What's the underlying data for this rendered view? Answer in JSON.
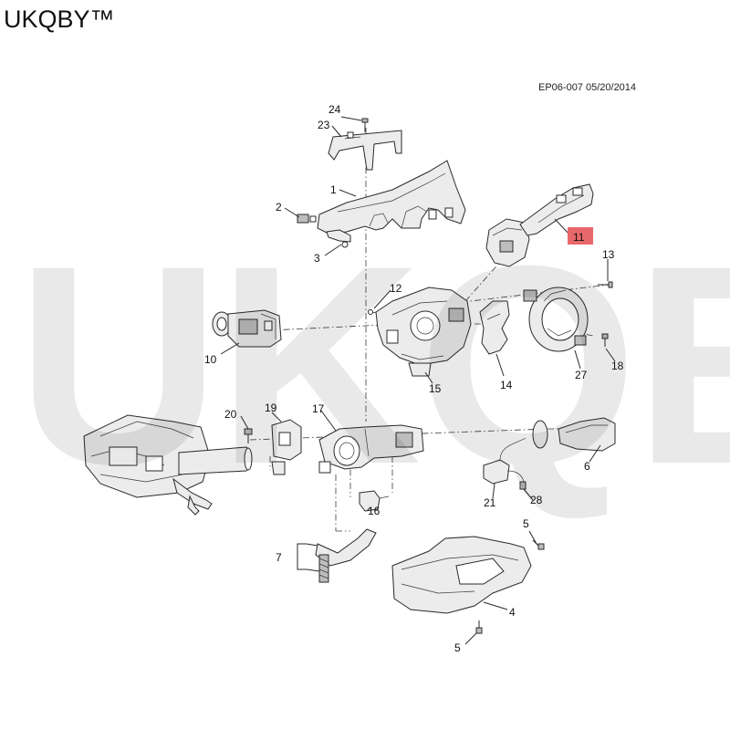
{
  "brand": "UKQBY™",
  "watermark": "UKQBY™",
  "diagram_code": "EP06-007 05/20/2014",
  "highlight_color": "#e8676a",
  "callouts": {
    "c1": "1",
    "c2": "2",
    "c3": "3",
    "c4": "4",
    "c5a": "5",
    "c5b": "5",
    "c6": "6",
    "c7": "7",
    "c10": "10",
    "c11": "11",
    "c12": "12",
    "c13": "13",
    "c14": "14",
    "c15": "15",
    "c16": "16",
    "c17": "17",
    "c18": "18",
    "c19": "19",
    "c20": "20",
    "c21": "21",
    "c23": "23",
    "c24": "24",
    "c27": "27",
    "c28": "28"
  }
}
